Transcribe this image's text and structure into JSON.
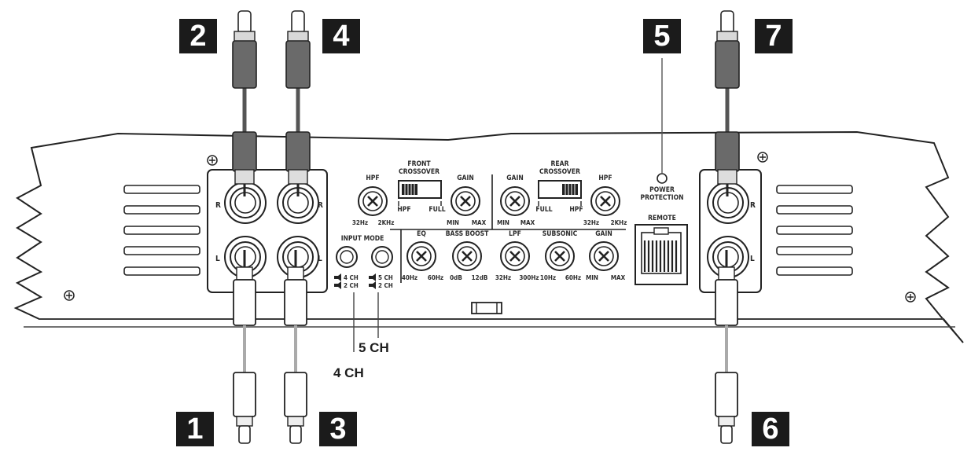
{
  "callouts": {
    "c1": "1",
    "c2": "2",
    "c3": "3",
    "c4": "4",
    "c5": "5",
    "c6": "6",
    "c7": "7"
  },
  "mode_labels": {
    "five_ch": "5 CH",
    "four_ch": "4 CH"
  },
  "panel": {
    "front_crossover": [
      "FRONT",
      "CROSSOVER"
    ],
    "rear_crossover": [
      "REAR",
      "CROSSOVER"
    ],
    "hpf": "HPF",
    "gain": "GAIN",
    "full": "FULL",
    "min": "MIN",
    "max": "MAX",
    "hz32": "32Hz",
    "khz2": "2KHz",
    "khz2_rear": "2KHz",
    "eq": "EQ",
    "bass_boost": "BASS BOOST",
    "lpf": "LPF",
    "subsonic": "SUBSONIC",
    "hz40": "40Hz",
    "hz60": "60Hz",
    "db0": "0dB",
    "db12": "12dB",
    "lpf_min": "32Hz",
    "lpf_max": "300Hz",
    "sub_min": "10Hz",
    "sub_max": "60Hz",
    "input_mode": "INPUT MODE",
    "ch4": "4 CH",
    "ch2": "2 CH",
    "ch5": "5 CH",
    "power_protection": [
      "POWER",
      "PROTECTION"
    ],
    "remote": "REMOTE",
    "r": "R",
    "l": "L"
  }
}
